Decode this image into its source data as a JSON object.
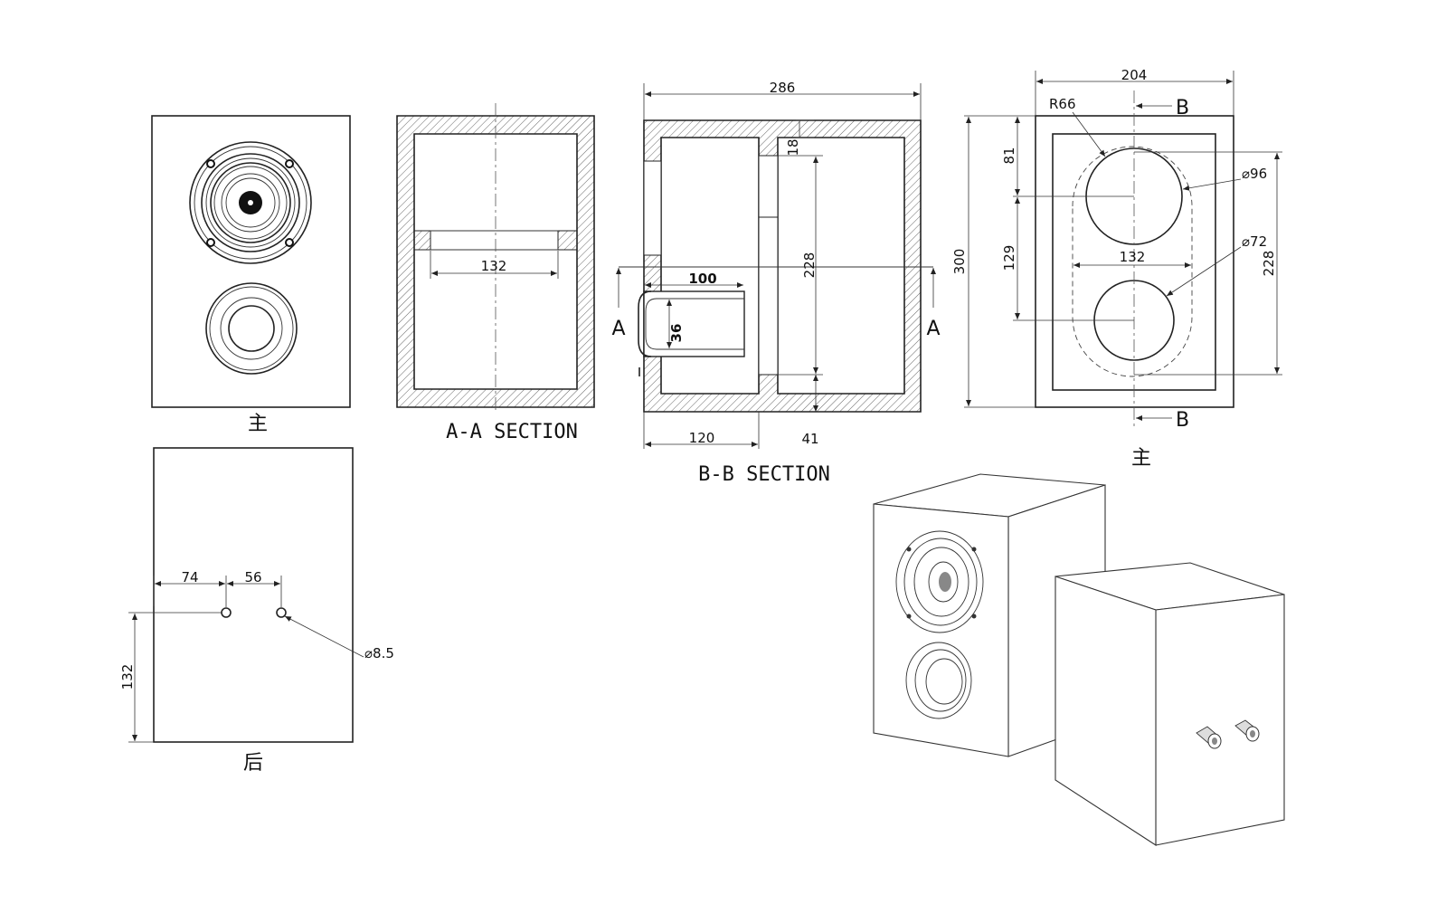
{
  "views": {
    "front_view": {
      "label": "主"
    },
    "section_aa": {
      "title": "A-A SECTION",
      "dims": {
        "port_spacing": "132"
      }
    },
    "section_bb": {
      "title": "B-B SECTION",
      "dims": {
        "width": "286",
        "top_wall": "18",
        "inner_height": "228",
        "port_length": "100",
        "port_diameter": "36",
        "left_depth": "120",
        "bottom_gap": "41"
      },
      "cut_markers": [
        "A",
        "A"
      ]
    },
    "front_panel": {
      "label": "主",
      "dims": {
        "width": "204",
        "height": "300",
        "top_offset": "81",
        "driver_spacing": "129",
        "radius": "R66",
        "diameter_large": "⌀96",
        "diameter_small": "⌀72",
        "slot_width": "132",
        "slot_height": "228"
      },
      "cut_markers": [
        "B",
        "B"
      ]
    },
    "rear_view": {
      "label": "后",
      "dims": {
        "left_offset": "74",
        "terminal_spacing": "56",
        "height": "132",
        "hole_diameter": "⌀8.5"
      }
    }
  },
  "icons": [
    "woofer-icon",
    "tweeter-icon",
    "terminal-icon"
  ]
}
